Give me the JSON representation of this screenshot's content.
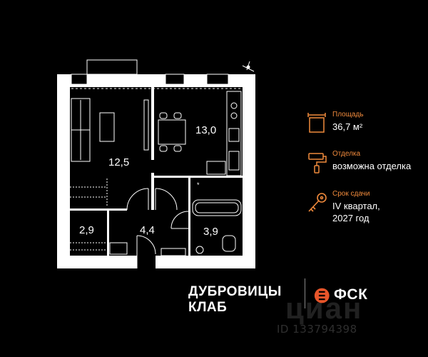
{
  "rooms": [
    {
      "area": "12,5"
    },
    {
      "area": "13,0"
    },
    {
      "area": "2,9"
    },
    {
      "area": "4,4"
    },
    {
      "area": "3,9"
    }
  ],
  "info": [
    {
      "icon": "area-icon",
      "title": "Площадь",
      "value": "36,7 м²"
    },
    {
      "icon": "paint-roller-icon",
      "title": "Отделка",
      "value": "возможна отделка"
    },
    {
      "icon": "key-icon",
      "title": "Срок сдачи",
      "value_line1": "IV квартал,",
      "value_line2": "2027 год"
    }
  ],
  "brand": {
    "line1": "ДУБРОВИЦЫ",
    "line2": "КЛАБ"
  },
  "developer": {
    "name": "ФСК"
  },
  "watermark": {
    "text": "циан",
    "id": "ID 133794398"
  },
  "colors": {
    "accent": "#f08a3c",
    "logo": "#e8552a",
    "background": "#000000",
    "walls": "#ffffff"
  }
}
